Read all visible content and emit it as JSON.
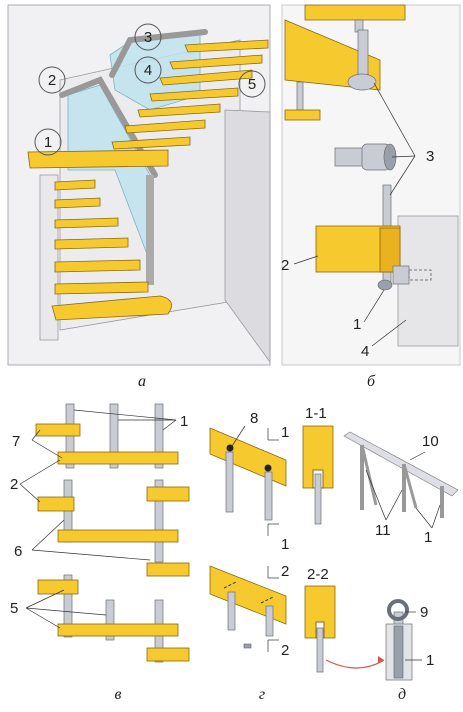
{
  "panels": {
    "a": {
      "caption": "а",
      "callouts": [
        "1",
        "2",
        "3",
        "4",
        "5"
      ]
    },
    "b": {
      "caption": "б",
      "labels": {
        "l3": "3",
        "l2": "2",
        "l1": "1",
        "l4": "4"
      }
    },
    "v": {
      "caption": "в",
      "labels": {
        "l1": "1",
        "l7": "7",
        "l2": "2",
        "l6": "6",
        "l5": "5"
      }
    },
    "g": {
      "caption": "г",
      "labels": {
        "l8": "8",
        "sec11": "1-1",
        "cut1_top": "1",
        "cut1_bot": "1",
        "sec22": "2-2",
        "cut2_top": "2",
        "cut2_bot": "2",
        "l10": "10",
        "l11": "11",
        "l1r": "1"
      }
    },
    "d": {
      "caption": "д",
      "labels": {
        "l9": "9",
        "l1": "1"
      }
    }
  },
  "colors": {
    "wood": "#f6c92e",
    "metal": "#c9ccd2",
    "glass": "#bfe3ee",
    "wall": "#e6e6e8",
    "arrow": "#d9534f"
  }
}
